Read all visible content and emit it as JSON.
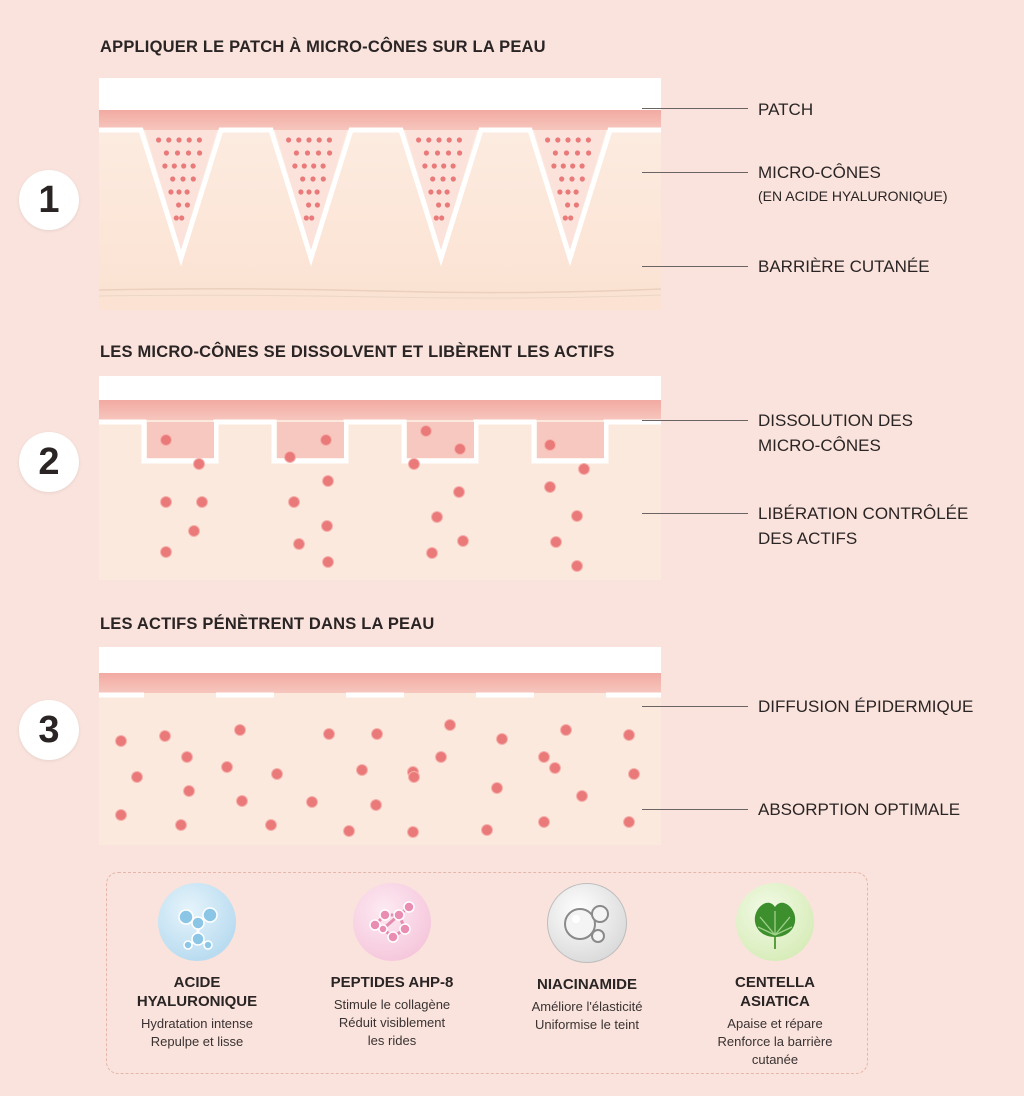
{
  "steps": [
    {
      "number": "1",
      "title": "APPLIQUER LE PATCH À MICRO-CÔNES SUR LA PEAU",
      "labels": [
        {
          "line1": "PATCH",
          "line2": "",
          "sub": ""
        },
        {
          "line1": "MICRO-CÔNES",
          "line2": "",
          "sub": "(EN ACIDE HYALURONIQUE)"
        },
        {
          "line1": "BARRIÈRE CUTANÉE",
          "line2": "",
          "sub": ""
        }
      ]
    },
    {
      "number": "2",
      "title": "LES MICRO-CÔNES SE DISSOLVENT ET LIBÈRENT LES ACTIFS",
      "labels": [
        {
          "line1": "DISSOLUTION DES",
          "line2": "MICRO-CÔNES",
          "sub": ""
        },
        {
          "line1": "LIBÉRATION CONTRÔLÉE",
          "line2": "DES ACTIFS",
          "sub": ""
        }
      ]
    },
    {
      "number": "3",
      "title": "LES ACTIFS PÉNÈTRENT DANS LA PEAU",
      "labels": [
        {
          "line1": "DIFFUSION ÉPIDERMIQUE",
          "line2": "",
          "sub": ""
        },
        {
          "line1": "ABSORPTION OPTIMALE",
          "line2": "",
          "sub": ""
        }
      ]
    }
  ],
  "ingredients": [
    {
      "icon": "hyaluronic-acid-molecule-icon",
      "name1": "ACIDE",
      "name2": "HYALURONIQUE",
      "desc1": "Hydratation intense",
      "desc2": "Repulpe et lisse",
      "desc3": "",
      "color": "#bfe0f2"
    },
    {
      "icon": "peptide-molecule-icon",
      "name1": "PEPTIDES AHP-8",
      "name2": "",
      "desc1": "Stimule le collagène",
      "desc2": "Réduit visiblement",
      "desc3": "les rides",
      "color": "#f7cfe0"
    },
    {
      "icon": "niacinamide-bubbles-icon",
      "name1": "NIACINAMIDE",
      "name2": "",
      "desc1": "Améliore l'élasticité",
      "desc2": "Uniformise le teint",
      "desc3": "",
      "color": "#d8d8d8"
    },
    {
      "icon": "centella-leaf-icon",
      "name1": "CENTELLA",
      "name2": "ASIATICA",
      "desc1": "Apaise et répare",
      "desc2": "Renforce la barrière",
      "desc3": "cutanée",
      "color": "#dff0c8"
    }
  ],
  "colors": {
    "background": "#f9e3dc",
    "patch_band": "#f3b7ae",
    "skin": "#fce8dc",
    "dot": "#ea7a7a"
  }
}
